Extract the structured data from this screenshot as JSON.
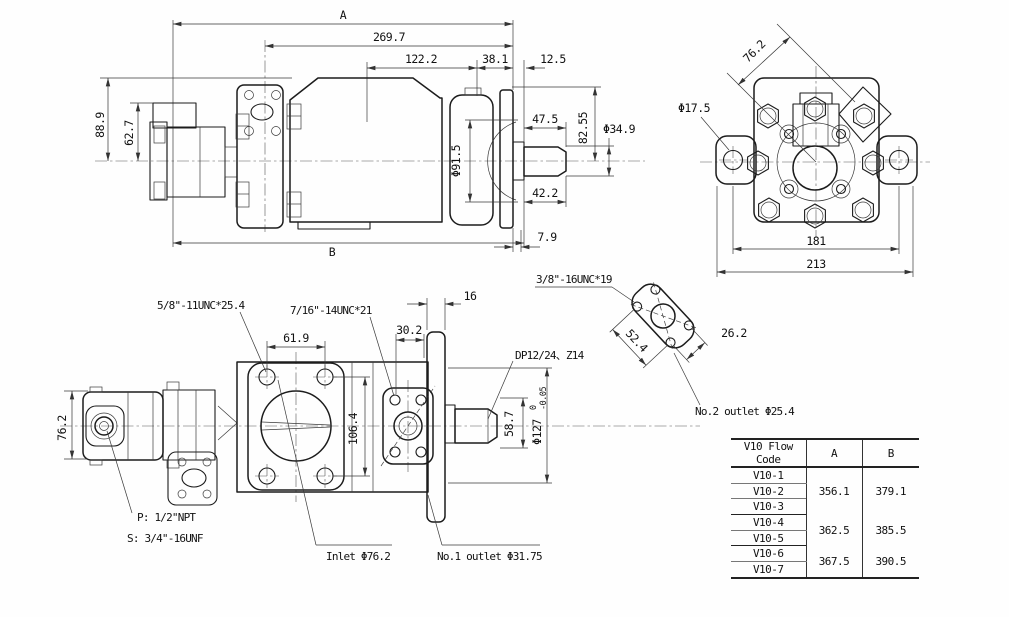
{
  "side_view": {
    "dims": {
      "A": "A",
      "d269": "269.7",
      "d122": "122.2",
      "d38": "38.1",
      "d12": "12.5",
      "d88": "88.9",
      "d62": "62.7",
      "phi91": "Φ91.5",
      "d47": "47.5",
      "d82": "82.55",
      "phi34": "Φ34.9",
      "d42": "42.2",
      "d79": "7.9",
      "B": "B"
    }
  },
  "end_view": {
    "dims": {
      "d76": "76.2",
      "phi17": "Φ17.5",
      "d181": "181",
      "d213": "213"
    }
  },
  "top_view": {
    "dims": {
      "d61": "61.9",
      "d30": "30.2",
      "d16": "16",
      "d106": "106.4",
      "d58": "58.7",
      "phi127": "Φ127",
      "tol_hi": "0",
      "tol_lo": "-0.05",
      "d76": "76.2",
      "d52": "52.4",
      "d26": "26.2"
    },
    "labels": {
      "thread_inlet": "5/8\"-11UNC*25.4",
      "thread_outlet1": "7/16\"-14UNC*21",
      "thread_outlet2": "3/8\"-16UNC*19",
      "spline": "DP12/24、Z14",
      "port_p": "P: 1/2\"NPT",
      "port_s": "S: 3/4\"-16UNF",
      "inlet": "Inlet Φ76.2",
      "outlet1": "No.1 outlet Φ31.75",
      "outlet2": "No.2 outlet Φ25.4"
    }
  },
  "table": {
    "headers": [
      "V10 Flow Code",
      "A",
      "B"
    ],
    "rows": [
      {
        "code": "V10-1"
      },
      {
        "code": "V10-2"
      },
      {
        "code": "V10-3"
      },
      {
        "code": "V10-4"
      },
      {
        "code": "V10-5"
      },
      {
        "code": "V10-6"
      },
      {
        "code": "V10-7"
      }
    ],
    "groups": [
      {
        "a": "356.1",
        "b": "379.1"
      },
      {
        "a": "362.5",
        "b": "385.5"
      },
      {
        "a": "367.5",
        "b": "390.5"
      }
    ]
  }
}
